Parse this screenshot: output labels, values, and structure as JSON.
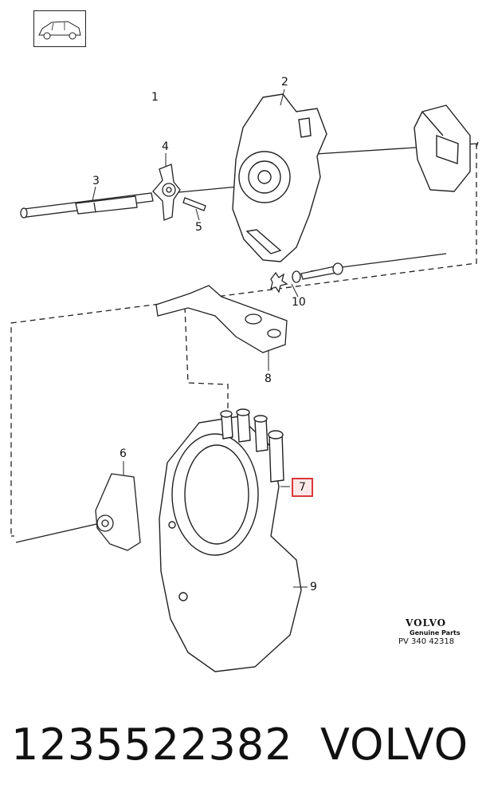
{
  "diagram": {
    "callouts": [
      "1",
      "2",
      "3",
      "4",
      "5",
      "6",
      "7",
      "8",
      "9",
      "10"
    ],
    "highlighted_callout": "7"
  },
  "brand": {
    "name": "VOLVO",
    "subtitle": "Genuine Parts",
    "reference": "PV 340 42318"
  },
  "footer": {
    "part_number": "1235522382",
    "manufacturer": "VOLVO"
  }
}
